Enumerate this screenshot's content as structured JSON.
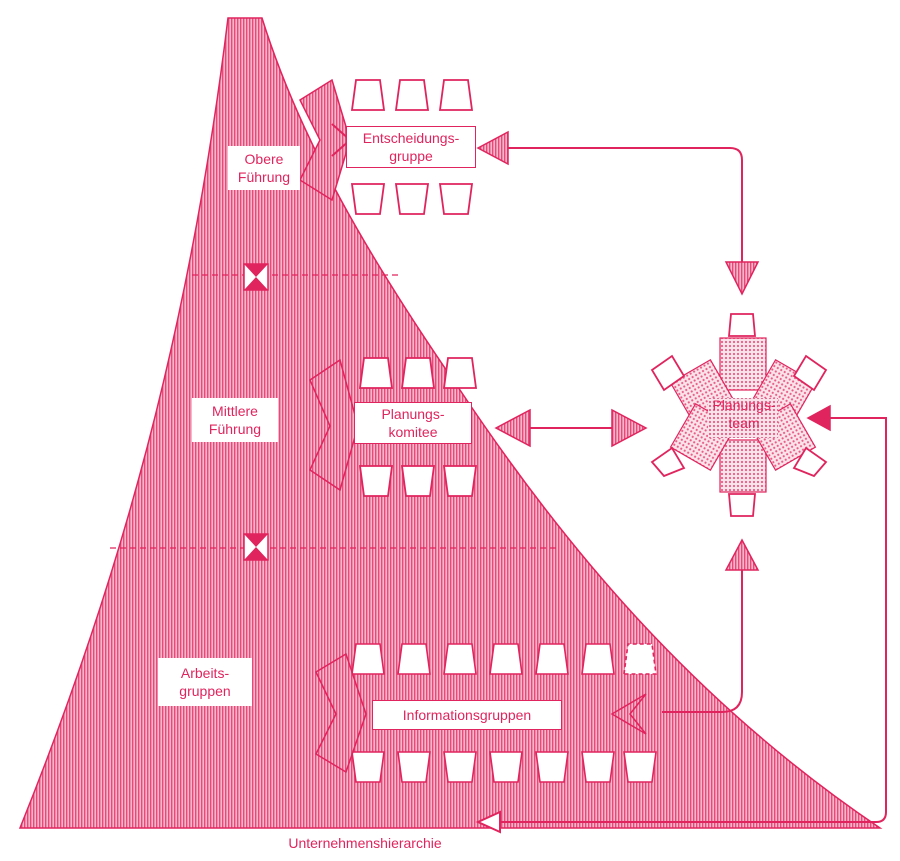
{
  "levels": {
    "top": "Obere\nFührung",
    "middle": "Mittlere\nFührung",
    "work": "Arbeits-\ngruppen"
  },
  "groups": {
    "decision": "Entscheidungs-\ngruppe",
    "planning_committee": "Planungs-\nkomitee",
    "information": "Informationsgruppen",
    "planning_team": "Planungs-\nteam"
  },
  "caption": "Unternehmenshierarchie",
  "colors": {
    "accent": "#e0245e",
    "hatch": "#eb6f95",
    "background": "#ffffff"
  }
}
